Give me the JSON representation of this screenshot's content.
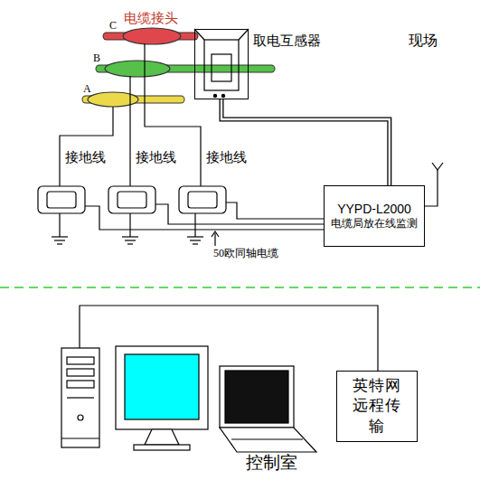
{
  "diagram": {
    "nodes": [
      {
        "text": [
          "取电互感器"
        ]
      },
      {
        "text": [
          "YYPD-L2000",
          "电缆局放在线监测"
        ]
      },
      {
        "text": [
          "英特网 远程传输"
        ]
      }
    ],
    "edges": [
      {
        "from": 0,
        "to": 1,
        "arrow": "none"
      }
    ],
    "labels": [
      "电缆接头",
      "C",
      "B",
      "A",
      "现场",
      "接地线",
      "接地线",
      "接地线",
      "50欧同轴电缆",
      "控制室"
    ]
  }
}
